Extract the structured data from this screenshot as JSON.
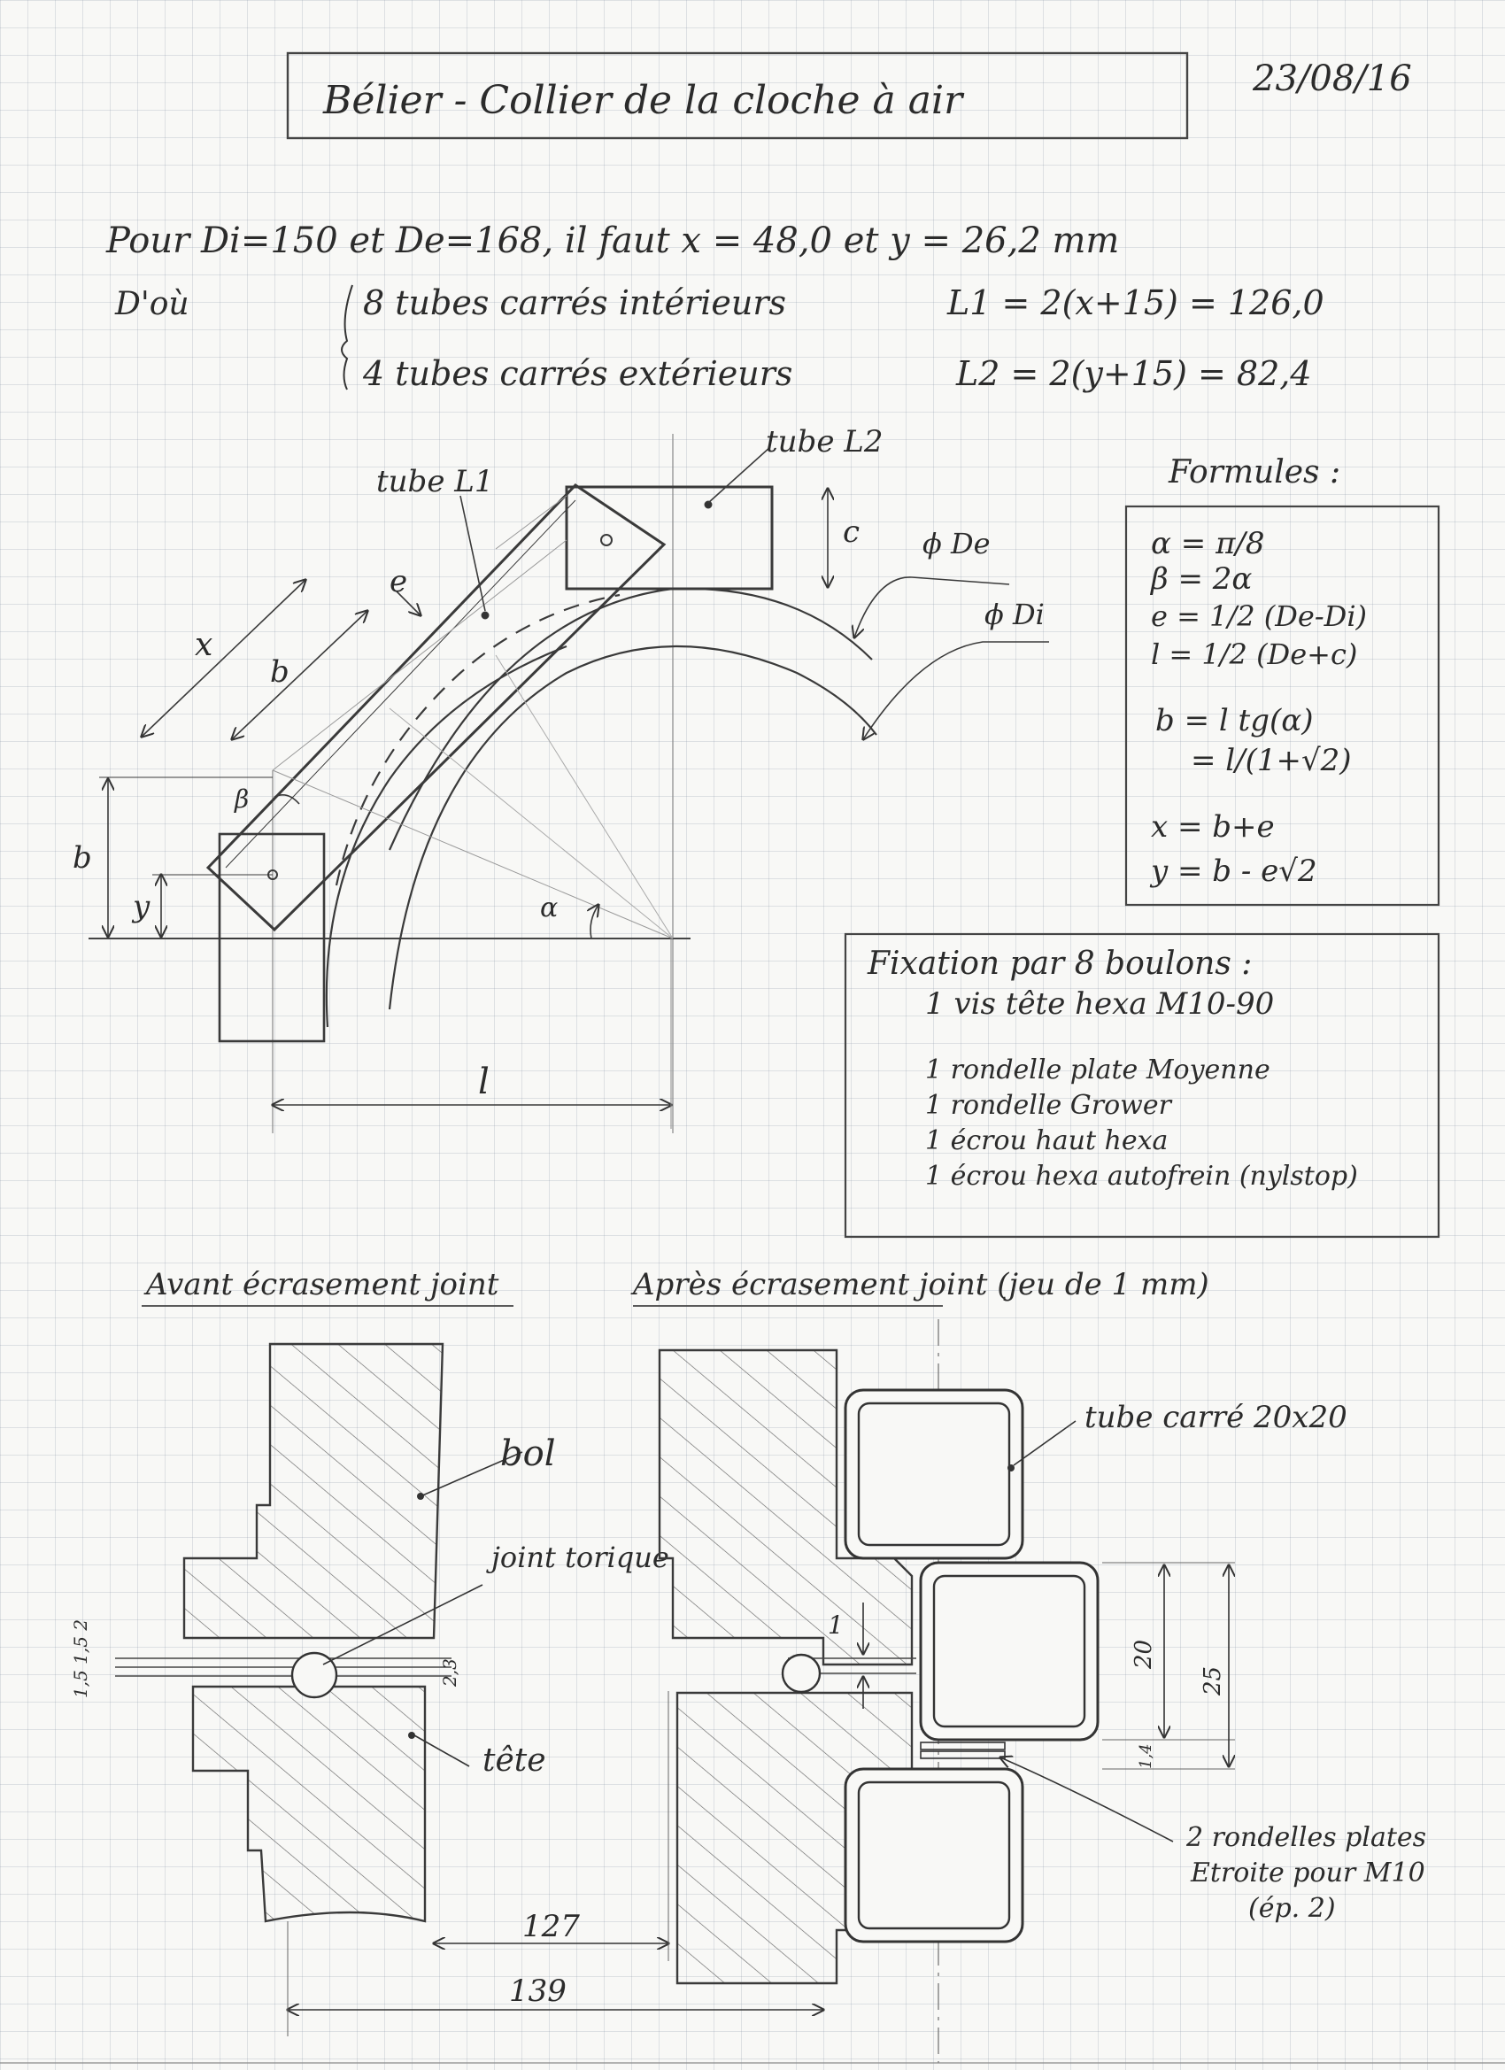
{
  "header": {
    "title": "Bélier - Collier de la cloche à air",
    "date": "23/08/16"
  },
  "intro": {
    "line1": "Pour Di=150 et De=168, il faut x = 48,0 et y = 26,2 mm",
    "dou": "D'où",
    "row1_desc": "8 tubes carrés intérieurs",
    "row1_formula": "L1 = 2(x+15) = 126,0",
    "row2_desc": "4 tubes carrés extérieurs",
    "row2_formula": "L2 = 2(y+15) = 82,4"
  },
  "geometry_labels": {
    "tube_l2": "tube L2",
    "tube_l1": "tube L1",
    "c": "c",
    "e": "e",
    "x": "x",
    "b_diag": "b",
    "b_vert": "b",
    "y": "y",
    "beta": "β",
    "alpha": "α",
    "l": "l",
    "phi_de": "ϕ De",
    "phi_di": "ϕ Di"
  },
  "formulas": {
    "title": "Formules :",
    "lines": [
      "α = π/8",
      "β = 2α",
      "e = 1/2 (De-Di)",
      "l = 1/2 (De+c)",
      "b = l tg(α)",
      "= l/(1+√2)",
      "x = b+e",
      "y = b - e√2"
    ]
  },
  "fixation": {
    "title": "Fixation par 8 boulons :",
    "items": [
      "1 vis tête hexa M10-90",
      "1 rondelle plate Moyenne",
      "1 rondelle Grower",
      "1 écrou haut hexa",
      "1 écrou hexa autofrein (nylstop)"
    ]
  },
  "section_before": {
    "title": "Avant écrasement joint",
    "label_bol": "bol",
    "label_joint": "joint torique",
    "label_tete": "tête",
    "dim_left": "1,5 1,5 2",
    "dim_right": "2,3",
    "dim_139": "139"
  },
  "section_after": {
    "title": "Après écrasement joint (jeu de 1 mm)",
    "label_tube": "tube carré 20x20",
    "dim_1": "1",
    "dim_20": "20",
    "dim_25": "25",
    "dim_14": "1,4",
    "dim_127": "127",
    "washers_l1": "2 rondelles plates",
    "washers_l2": "Etroite pour M10",
    "washers_l3": "(ép. 2)"
  }
}
